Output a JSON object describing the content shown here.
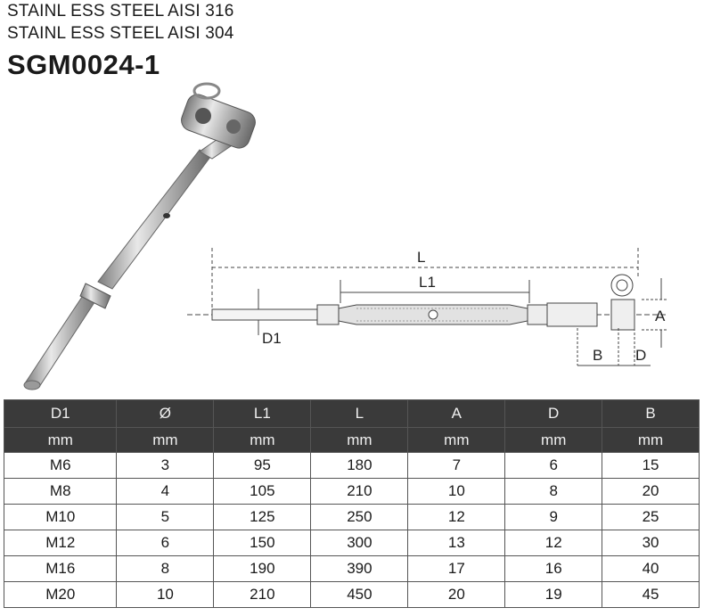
{
  "header": {
    "line1": "STAINL ESS STEEL  AISI 316",
    "line2": "STAINL ESS STEEL  AISI 304",
    "model": "SGM0024-1"
  },
  "drawing_labels": {
    "L": "L",
    "L1": "L1",
    "D1": "D1",
    "A": "A",
    "B": "B",
    "D": "D"
  },
  "table": {
    "headers": [
      "D1",
      "Ø",
      "L1",
      "L",
      "A",
      "D",
      "B"
    ],
    "units": [
      "mm",
      "mm",
      "mm",
      "mm",
      "mm",
      "mm",
      "mm"
    ],
    "rows": [
      [
        "M6",
        "3",
        "95",
        "180",
        "7",
        "6",
        "15"
      ],
      [
        "M8",
        "4",
        "105",
        "210",
        "10",
        "8",
        "20"
      ],
      [
        "M10",
        "5",
        "125",
        "250",
        "12",
        "9",
        "25"
      ],
      [
        "M12",
        "6",
        "150",
        "300",
        "13",
        "12",
        "30"
      ],
      [
        "M16",
        "8",
        "190",
        "390",
        "17",
        "16",
        "40"
      ],
      [
        "M20",
        "10",
        "210",
        "450",
        "20",
        "19",
        "45"
      ]
    ]
  }
}
